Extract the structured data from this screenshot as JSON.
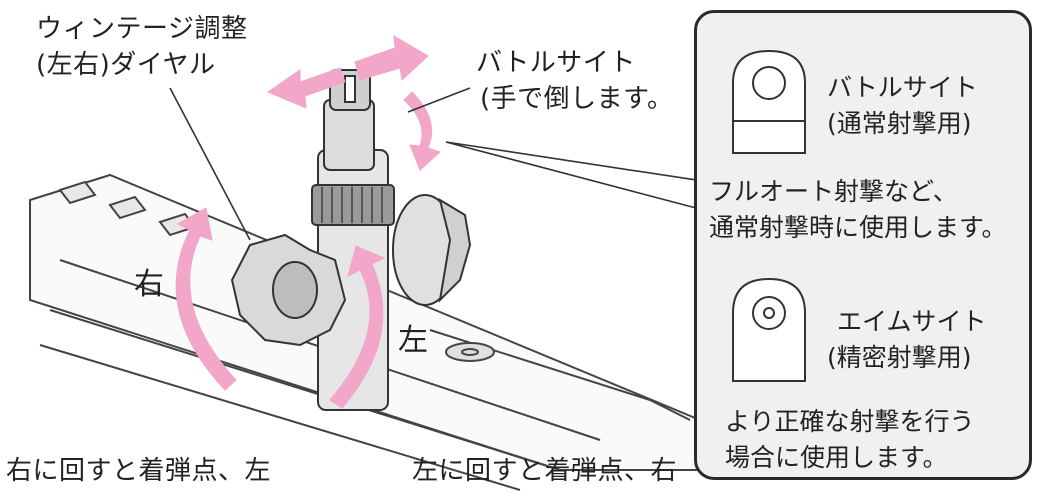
{
  "labels": {
    "windage_line1": "ウィンテージ調整",
    "windage_line2": "(左右)ダイヤル",
    "battle_sight": "バトルサイト",
    "battle_sight_note": "(手で倒します。",
    "right": "右",
    "left": "左",
    "bottom_left": "右に回すと着弾点、左",
    "bottom_right": "左に回すと着弾点、右"
  },
  "panel": {
    "battle_title": "バトルサイト",
    "battle_sub": "(通常射撃用)",
    "battle_desc1": "フルオート射撃など、",
    "battle_desc2": "通常射撃時に使用します。",
    "aim_title": "エイムサイト",
    "aim_sub": "(精密射撃用)",
    "aim_desc1": "より正確な射撃を行う",
    "aim_desc2": "場合に使用します。"
  },
  "colors": {
    "arrow_pink": "#f2a6c8",
    "panel_bg": "#f0f0f0",
    "line": "#2a2a2a",
    "part_grey": "#dcdcdc"
  }
}
